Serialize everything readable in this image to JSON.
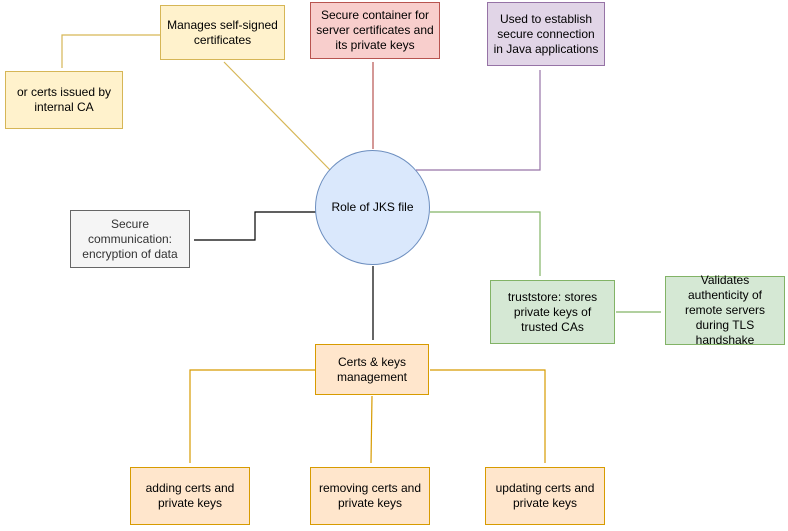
{
  "diagram": {
    "title": "Role of JKS file diagram",
    "center": {
      "label": "Role of JKS file"
    },
    "nodes": {
      "manages": {
        "label": "Manages self-signed certificates"
      },
      "secure_container": {
        "label": "Secure container for server certificates and its private keys"
      },
      "java_connection": {
        "label": "Used to establish secure connection in Java applications"
      },
      "internal_ca": {
        "label": "or certs issued by internal CA"
      },
      "secure_communication": {
        "label": "Secure communication: encryption of data"
      },
      "truststore": {
        "label": "truststore: stores private keys of trusted CAs"
      },
      "validates": {
        "label": "Validates authenticity of remote servers during TLS handshake"
      },
      "management": {
        "label": "Certs & keys management"
      },
      "adding": {
        "label": "adding certs and private keys"
      },
      "removing": {
        "label": "removing certs and private keys"
      },
      "updating": {
        "label": "updating certs and private keys"
      }
    },
    "colors": {
      "center_fill": "#dae8fc",
      "center_border": "#6c8ebf",
      "yellow_fill": "#fff2cc",
      "yellow_border": "#d6b656",
      "red_fill": "#f8cecc",
      "red_border": "#b85450",
      "purple_fill": "#e1d5e7",
      "purple_border": "#9673a6",
      "green_fill": "#d5e8d4",
      "green_border": "#82b366",
      "orange_fill": "#ffe6cc",
      "orange_border": "#d79b00",
      "gray_fill": "#f5f5f5",
      "gray_border": "#666666",
      "connector_black": "#000000"
    }
  }
}
